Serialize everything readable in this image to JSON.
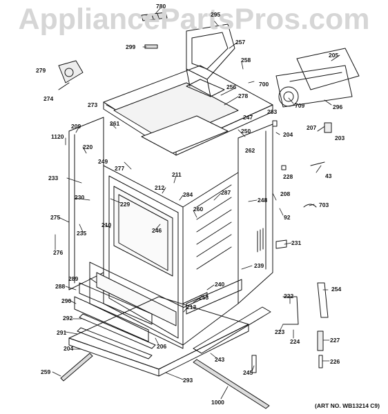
{
  "watermark": "AppliancePartsPros.com",
  "art_number": "(ART NO. WB13214 C9)",
  "parts": [
    {
      "id": "780",
      "label": "780"
    },
    {
      "id": "295",
      "label": "295"
    },
    {
      "id": "299",
      "label": "299"
    },
    {
      "id": "257",
      "label": "257"
    },
    {
      "id": "258",
      "label": "258"
    },
    {
      "id": "205",
      "label": "205"
    },
    {
      "id": "279",
      "label": "279"
    },
    {
      "id": "700",
      "label": "700"
    },
    {
      "id": "274",
      "label": "274"
    },
    {
      "id": "256",
      "label": "256"
    },
    {
      "id": "278",
      "label": "278"
    },
    {
      "id": "709",
      "label": "709"
    },
    {
      "id": "296",
      "label": "296"
    },
    {
      "id": "273",
      "label": "273"
    },
    {
      "id": "283",
      "label": "283"
    },
    {
      "id": "247",
      "label": "247"
    },
    {
      "id": "261",
      "label": "261"
    },
    {
      "id": "209",
      "label": "209"
    },
    {
      "id": "250",
      "label": "250"
    },
    {
      "id": "207",
      "label": "207"
    },
    {
      "id": "204a",
      "label": "204"
    },
    {
      "id": "203",
      "label": "203"
    },
    {
      "id": "1120",
      "label": "1120"
    },
    {
      "id": "220",
      "label": "220"
    },
    {
      "id": "262",
      "label": "262"
    },
    {
      "id": "249",
      "label": "249"
    },
    {
      "id": "277",
      "label": "277"
    },
    {
      "id": "211",
      "label": "211"
    },
    {
      "id": "228",
      "label": "228"
    },
    {
      "id": "233",
      "label": "233"
    },
    {
      "id": "43",
      "label": "43"
    },
    {
      "id": "212",
      "label": "212"
    },
    {
      "id": "287",
      "label": "287"
    },
    {
      "id": "284",
      "label": "284"
    },
    {
      "id": "208",
      "label": "208"
    },
    {
      "id": "230",
      "label": "230"
    },
    {
      "id": "229",
      "label": "229"
    },
    {
      "id": "248",
      "label": "248"
    },
    {
      "id": "703",
      "label": "703"
    },
    {
      "id": "260",
      "label": "260"
    },
    {
      "id": "275",
      "label": "275"
    },
    {
      "id": "92",
      "label": "92"
    },
    {
      "id": "210",
      "label": "210"
    },
    {
      "id": "246",
      "label": "246"
    },
    {
      "id": "235",
      "label": "235"
    },
    {
      "id": "231",
      "label": "231"
    },
    {
      "id": "276",
      "label": "276"
    },
    {
      "id": "239",
      "label": "239"
    },
    {
      "id": "289",
      "label": "289"
    },
    {
      "id": "288",
      "label": "288"
    },
    {
      "id": "240",
      "label": "240"
    },
    {
      "id": "254",
      "label": "254"
    },
    {
      "id": "290",
      "label": "290"
    },
    {
      "id": "253",
      "label": "253"
    },
    {
      "id": "222",
      "label": "222"
    },
    {
      "id": "213",
      "label": "213"
    },
    {
      "id": "292",
      "label": "292"
    },
    {
      "id": "223",
      "label": "223"
    },
    {
      "id": "291",
      "label": "291"
    },
    {
      "id": "224",
      "label": "224"
    },
    {
      "id": "227",
      "label": "227"
    },
    {
      "id": "204b",
      "label": "204"
    },
    {
      "id": "206",
      "label": "206"
    },
    {
      "id": "243",
      "label": "243"
    },
    {
      "id": "226",
      "label": "226"
    },
    {
      "id": "259",
      "label": "259"
    },
    {
      "id": "245",
      "label": "245"
    },
    {
      "id": "293",
      "label": "293"
    },
    {
      "id": "1000",
      "label": "1000"
    }
  ]
}
